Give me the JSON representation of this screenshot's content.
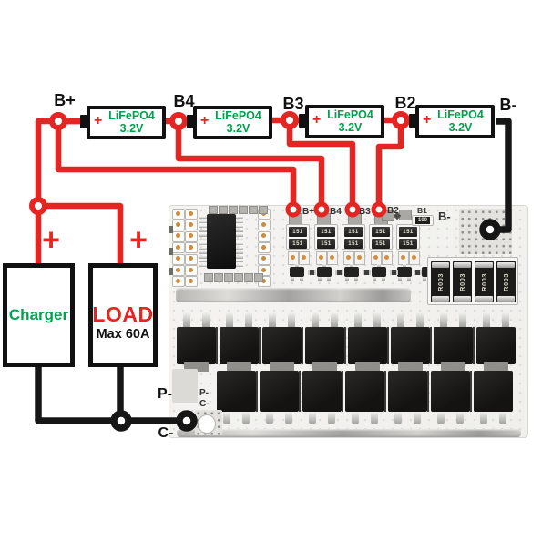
{
  "colors": {
    "wire_red": "#e52522",
    "wire_black": "#161616",
    "battery_text_green": "#00a24d",
    "board_background": "#f0efec"
  },
  "battery_bank": {
    "terminal_labels": [
      "B+",
      "B4",
      "B3",
      "B2",
      "B-"
    ],
    "cells": [
      {
        "polarity": "+",
        "chemistry": "LiFePO4",
        "voltage": "3.2V"
      },
      {
        "polarity": "+",
        "chemistry": "LiFePO4",
        "voltage": "3.2V"
      },
      {
        "polarity": "+",
        "chemistry": "LiFePO4",
        "voltage": "3.2V"
      },
      {
        "polarity": "+",
        "chemistry": "LiFePO4",
        "voltage": "3.2V"
      }
    ]
  },
  "charger": {
    "polarity": "+",
    "label": "Charger"
  },
  "load": {
    "polarity": "+",
    "label": "LOAD",
    "rating": "Max 60A"
  },
  "wire_labels": {
    "p_minus": "P-",
    "c_minus": "C-"
  },
  "bms_board": {
    "silkscreen": {
      "b_plus": "B+",
      "b4": "B4",
      "b3": "B3",
      "b2": "B2",
      "b1": "B1",
      "b_minus": "B-",
      "p_minus": "P-",
      "c_minus": "C-"
    },
    "components": {
      "balance_resistor": "151",
      "sense_resistor": "100",
      "shunt_resistor": "R003"
    }
  }
}
